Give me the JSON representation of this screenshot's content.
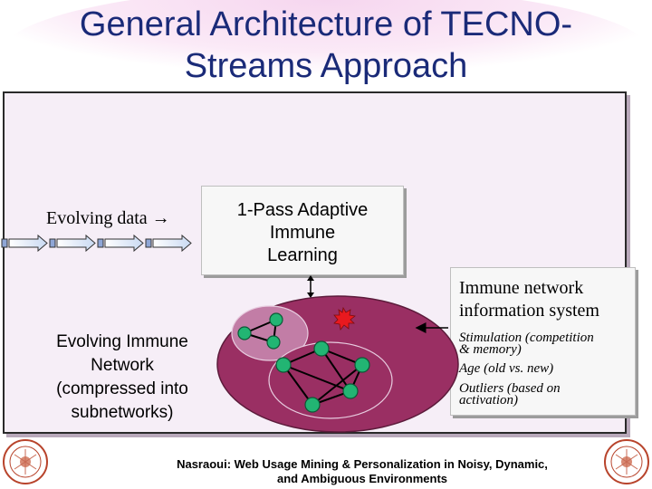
{
  "slide": {
    "title_line1": "General Architecture of TECNO-",
    "title_line2": "Streams Approach"
  },
  "input": {
    "label": "Evolving data →"
  },
  "learning": {
    "line1": "1-Pass Adaptive",
    "line2": "Immune",
    "line3": "Learning"
  },
  "info_system": {
    "title_line1": "Immune network",
    "title_line2": "information system",
    "stimulation_line1": "Stimulation (competition",
    "stimulation_line2": "& memory)",
    "age": "Age (old vs. new)",
    "outliers_line1": "Outliers (based on",
    "outliers_line2": "activation)"
  },
  "network": {
    "line1": "Evolving Immune",
    "line2": "Network",
    "line3": "(compressed into",
    "line4": "subnetworks)"
  },
  "footer": {
    "line1": "Nasraoui: Web Usage Mining & Personalization in Noisy, Dynamic,",
    "line2": "and Ambiguous Environments"
  },
  "colors": {
    "title": "#1a2a78",
    "panel": "#f6eef7",
    "network_ellipse": "#9a2f63",
    "node": "#22b573",
    "outlier": "#e8191f"
  },
  "icons": {
    "seal_left": "university-seal-icon",
    "seal_right": "university-seal-icon"
  }
}
